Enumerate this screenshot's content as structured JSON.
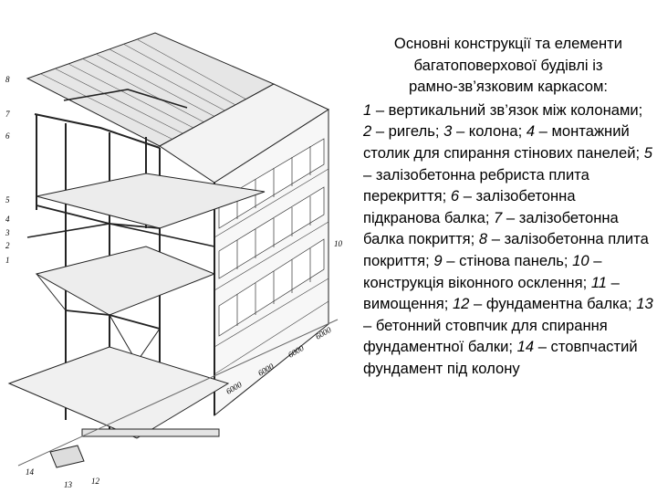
{
  "caption": {
    "title_lines": [
      "Основні конструкції та елементи",
      "багатоповерхової будівлі із",
      "рамно-зв’язковим каркасом:"
    ],
    "items": [
      {
        "num": "1",
        "text": " – вертикальний зв’язок між колонами; "
      },
      {
        "num": "2",
        "text": " – ригель; "
      },
      {
        "num": "3",
        "text": " – колона; "
      },
      {
        "num": "4",
        "text": " – монтажний столик для спирання стінових панелей; "
      },
      {
        "num": "5",
        "text": " – залізобетонна ребриста плита перекриття; "
      },
      {
        "num": "6",
        "text": " – залізобетонна підкранова балка; "
      },
      {
        "num": "7",
        "text": " – залізобетонна балка покриття; "
      },
      {
        "num": "8",
        "text": " – залізобетонна плита покриття; "
      },
      {
        "num": "9",
        "text": " – стінова панель; "
      },
      {
        "num": "10",
        "text": " – конструкція віконного осклення; "
      },
      {
        "num": "11",
        "text": " – вимощення; "
      },
      {
        "num": "12",
        "text": " – фундаментна балка; "
      },
      {
        "num": "13",
        "text": " – бетонний стовпчик для спирання фундаментної балки; "
      },
      {
        "num": "14",
        "text": " – стовпчастий фундамент під колону"
      }
    ]
  },
  "figure": {
    "callouts": {
      "left_8": "8",
      "left_7": "7",
      "left_6": "6",
      "left_5": "5",
      "left_4": "4",
      "left_3": "3",
      "left_2": "2",
      "left_1": "1",
      "right_10": "10",
      "bottom_14": "14",
      "bottom_13": "13",
      "bottom_12": "12"
    },
    "dimensions": {
      "d1": "6000",
      "d2": "6000",
      "d3": "6000",
      "d4": "6000"
    }
  }
}
